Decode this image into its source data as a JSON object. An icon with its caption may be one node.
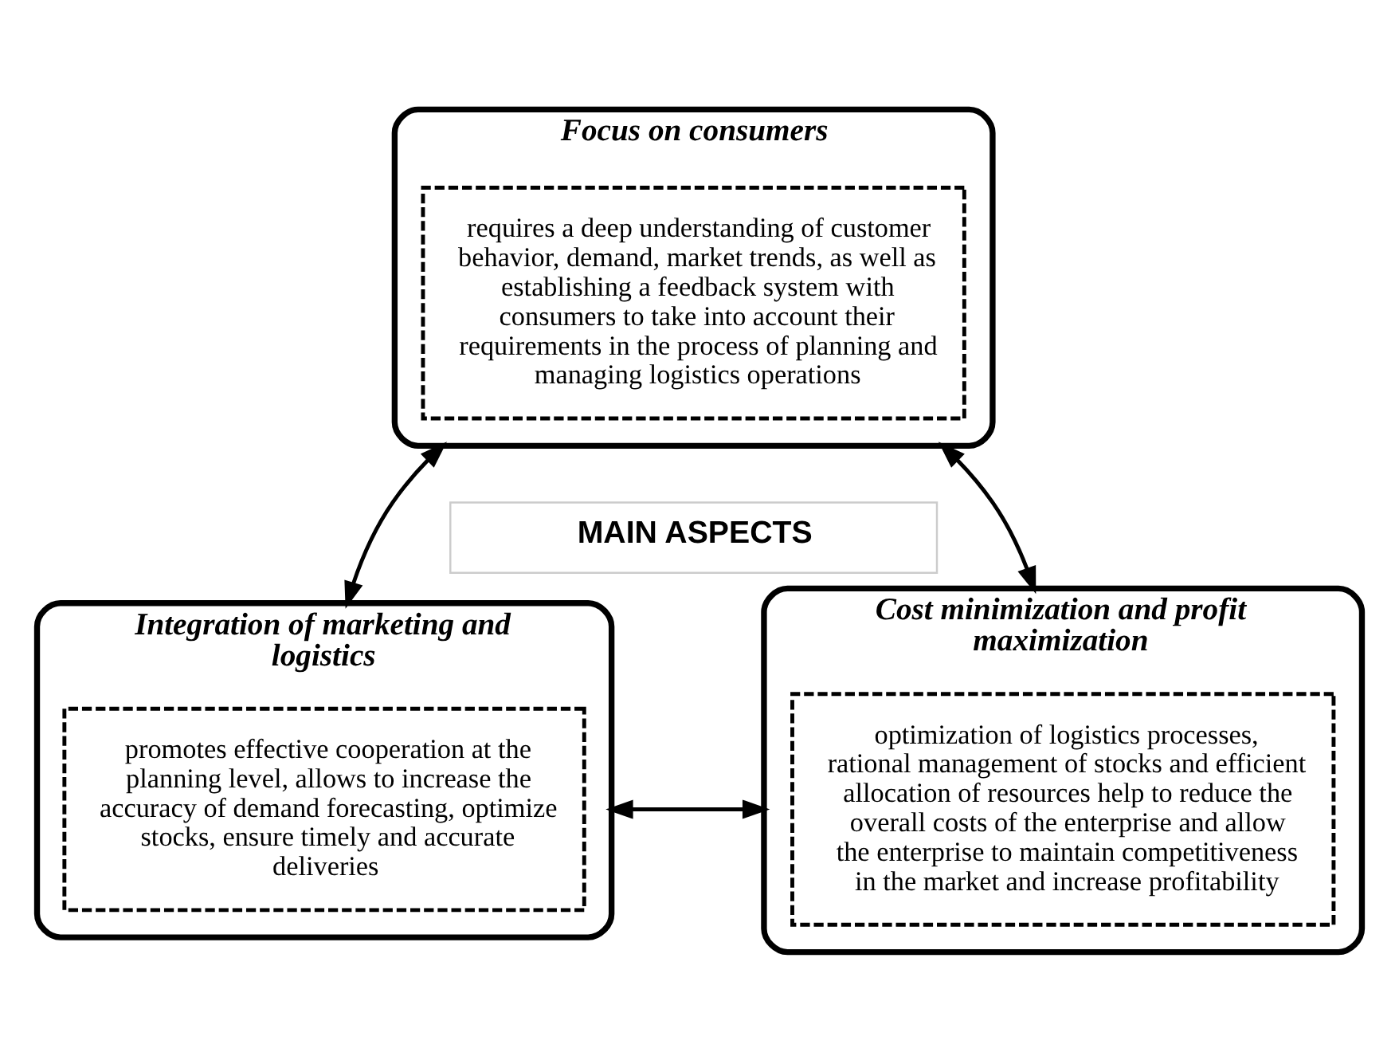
{
  "diagram": {
    "nodes": [
      {
        "text": [
          "Focus on consumers"
        ]
      },
      {
        "text": [
          "requires a deep understanding of customer behavior, demand, market trends, as well as establishing a feedback system with consumers to take into account their requirements in the process of planning and managing logistics operations"
        ],
        "in": 0
      },
      {
        "text": [
          "MAIN ASPECTS"
        ]
      },
      {
        "text": [
          "Integration of marketing and logistics"
        ]
      },
      {
        "text": [
          "promotes effective cooperation at the planning level, allows to increase the accuracy of demand forecasting, optimize stocks, ensure timely and accurate deliveries"
        ],
        "in": 3
      },
      {
        "text": [
          "Cost minimization and profit maximization"
        ]
      },
      {
        "text": [
          "optimization of logistics processes, rational management of stocks and efficient allocation of resources help to reduce the overall costs of the enterprise and allow the enterprise to maintain competitiveness in the market and increase profitability"
        ],
        "in": 5
      }
    ],
    "edges": [
      {
        "from": 0,
        "to": 3,
        "arrow": "both"
      },
      {
        "from": 0,
        "to": 5,
        "arrow": "both"
      },
      {
        "from": 3,
        "to": 5,
        "arrow": "both"
      }
    ]
  }
}
